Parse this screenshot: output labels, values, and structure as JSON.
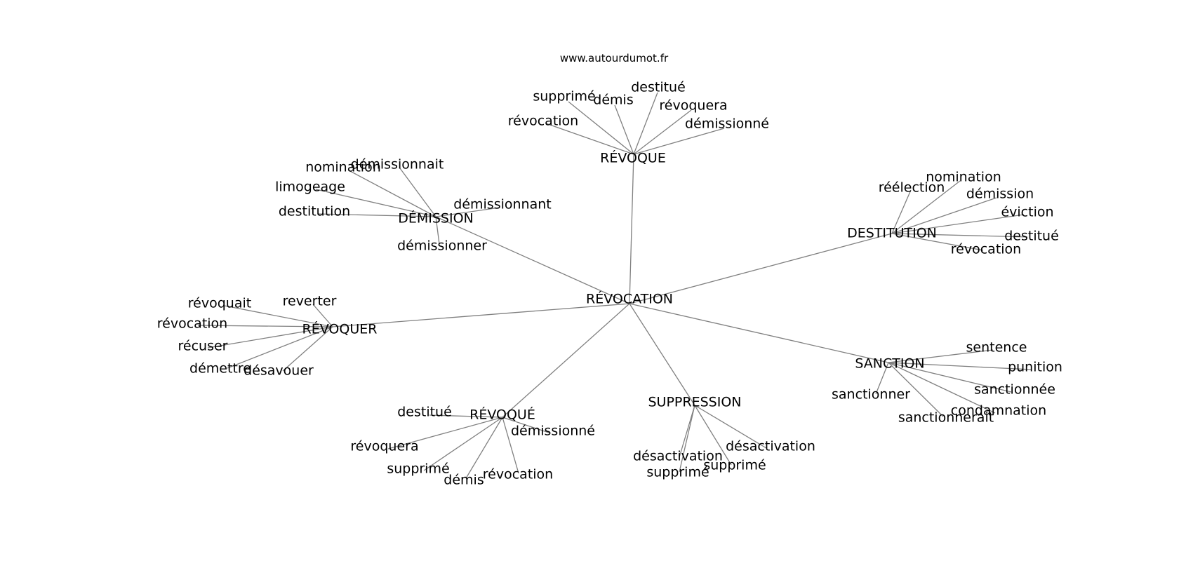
{
  "source": "www.autourdumot.fr",
  "colors": {
    "edge": "#808080",
    "text": "#000000",
    "background": "#ffffff"
  },
  "center": {
    "id": "revocation",
    "label": "RÉVOCATION"
  },
  "clusters": [
    {
      "id": "revoque-hub",
      "label": "RÉVOQUE",
      "leaves": [
        "supprimé",
        "démis",
        "destitué",
        "révoquera",
        "démissionné",
        "révocation"
      ]
    },
    {
      "id": "demission",
      "label": "DÉMISSION",
      "leaves": [
        "nomination",
        "démissionnait",
        "limogeage",
        "destitution",
        "démissionnant",
        "démissionner"
      ]
    },
    {
      "id": "destitution",
      "label": "DESTITUTION",
      "leaves": [
        "réélection",
        "nomination",
        "démission",
        "éviction",
        "destitué",
        "révocation"
      ]
    },
    {
      "id": "revoquer",
      "label": "RÉVOQUER",
      "leaves": [
        "révoquait",
        "reverter",
        "révocation",
        "récuser",
        "démettre",
        "désavouer"
      ]
    },
    {
      "id": "sanction",
      "label": "SANCTION",
      "leaves": [
        "sentence",
        "punition",
        "sanctionnée",
        "sanctionner",
        "condamnation",
        "sanctionnerait"
      ]
    },
    {
      "id": "revoque-accent",
      "label": "RÉVOQUÉ",
      "leaves": [
        "destitué",
        "démissionné",
        "révoquera",
        "supprimé",
        "démis",
        "révocation"
      ]
    },
    {
      "id": "suppression",
      "label": "SUPPRESSION",
      "leaves": [
        "désactivation",
        "désactivation",
        "supprimé",
        "supprimé"
      ]
    }
  ]
}
